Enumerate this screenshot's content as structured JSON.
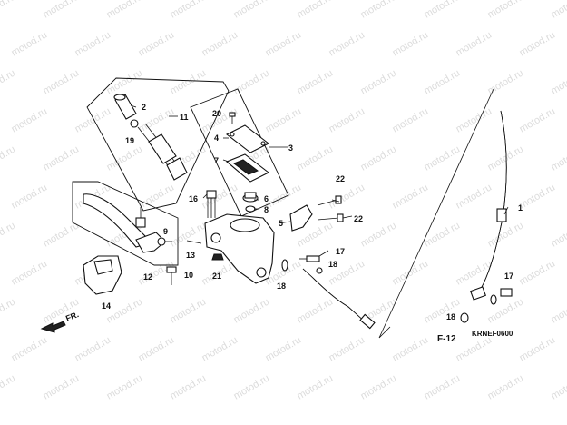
{
  "watermark": "motod.ru",
  "diagram_code": "KRNEF0600",
  "frame_ref": "F-12",
  "front_arrow": "FR.",
  "callouts": {
    "c1": "1",
    "c2": "2",
    "c3": "3",
    "c4": "4",
    "c5": "5",
    "c6": "6",
    "c7": "7",
    "c8": "8",
    "c9": "9",
    "c10": "10",
    "c11": "11",
    "c12": "12",
    "c13": "13",
    "c14": "14",
    "c16": "16",
    "c17a": "17",
    "c17b": "17",
    "c18a": "18",
    "c18b": "18",
    "c18c": "18",
    "c19": "19",
    "c20": "20",
    "c21": "21",
    "c22a": "22",
    "c22b": "22"
  }
}
